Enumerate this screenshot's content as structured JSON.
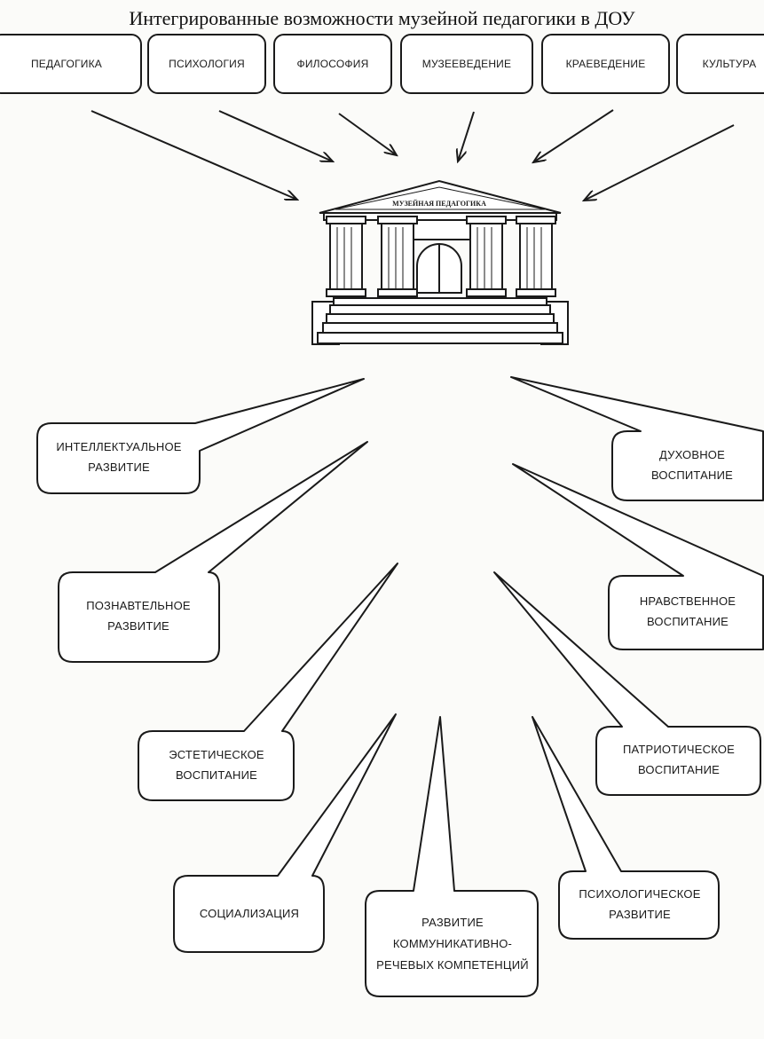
{
  "title": "Интегрированные возможности музейной педагогики в ДОУ",
  "sources": [
    "ПЕДАГОГИКА",
    "ПСИХОЛОГИЯ",
    "ФИЛОСОФИЯ",
    "МУЗЕЕВЕДЕНИЕ",
    "КРАЕВЕДЕНИЕ",
    "КУЛЬТУРА"
  ],
  "center": {
    "label": "МУЗЕЙНАЯ ПЕДАГОГИКА",
    "icon": "museum-building-icon"
  },
  "outcomes": {
    "intellectual": "ИНТЕЛЛЕКТУАЛЬНОЕ РАЗВИТИЕ",
    "spiritual": "ДУХОВНОЕ ВОСПИТАНИЕ",
    "cognitive": "ПОЗНАВТЕЛЬНОЕ РАЗВИТИЕ",
    "moral": "НРАВСТВЕННОЕ ВОСПИТАНИЕ",
    "aesthetic": "ЭСТЕТИЧЕСКОЕ ВОСПИТАНИЕ",
    "patriotic": "ПАТРИОТИЧЕСКОЕ ВОСПИТАНИЕ",
    "socialization": "СОЦИАЛИЗАЦИЯ",
    "communicative": "РАЗВИТИЕ КОММУНИКАТИВНО-РЕЧЕВЫХ КОМПЕТЕНЦИЙ",
    "psychological": "ПСИХОЛОГИЧЕСКОЕ РАЗВИТИЕ"
  }
}
